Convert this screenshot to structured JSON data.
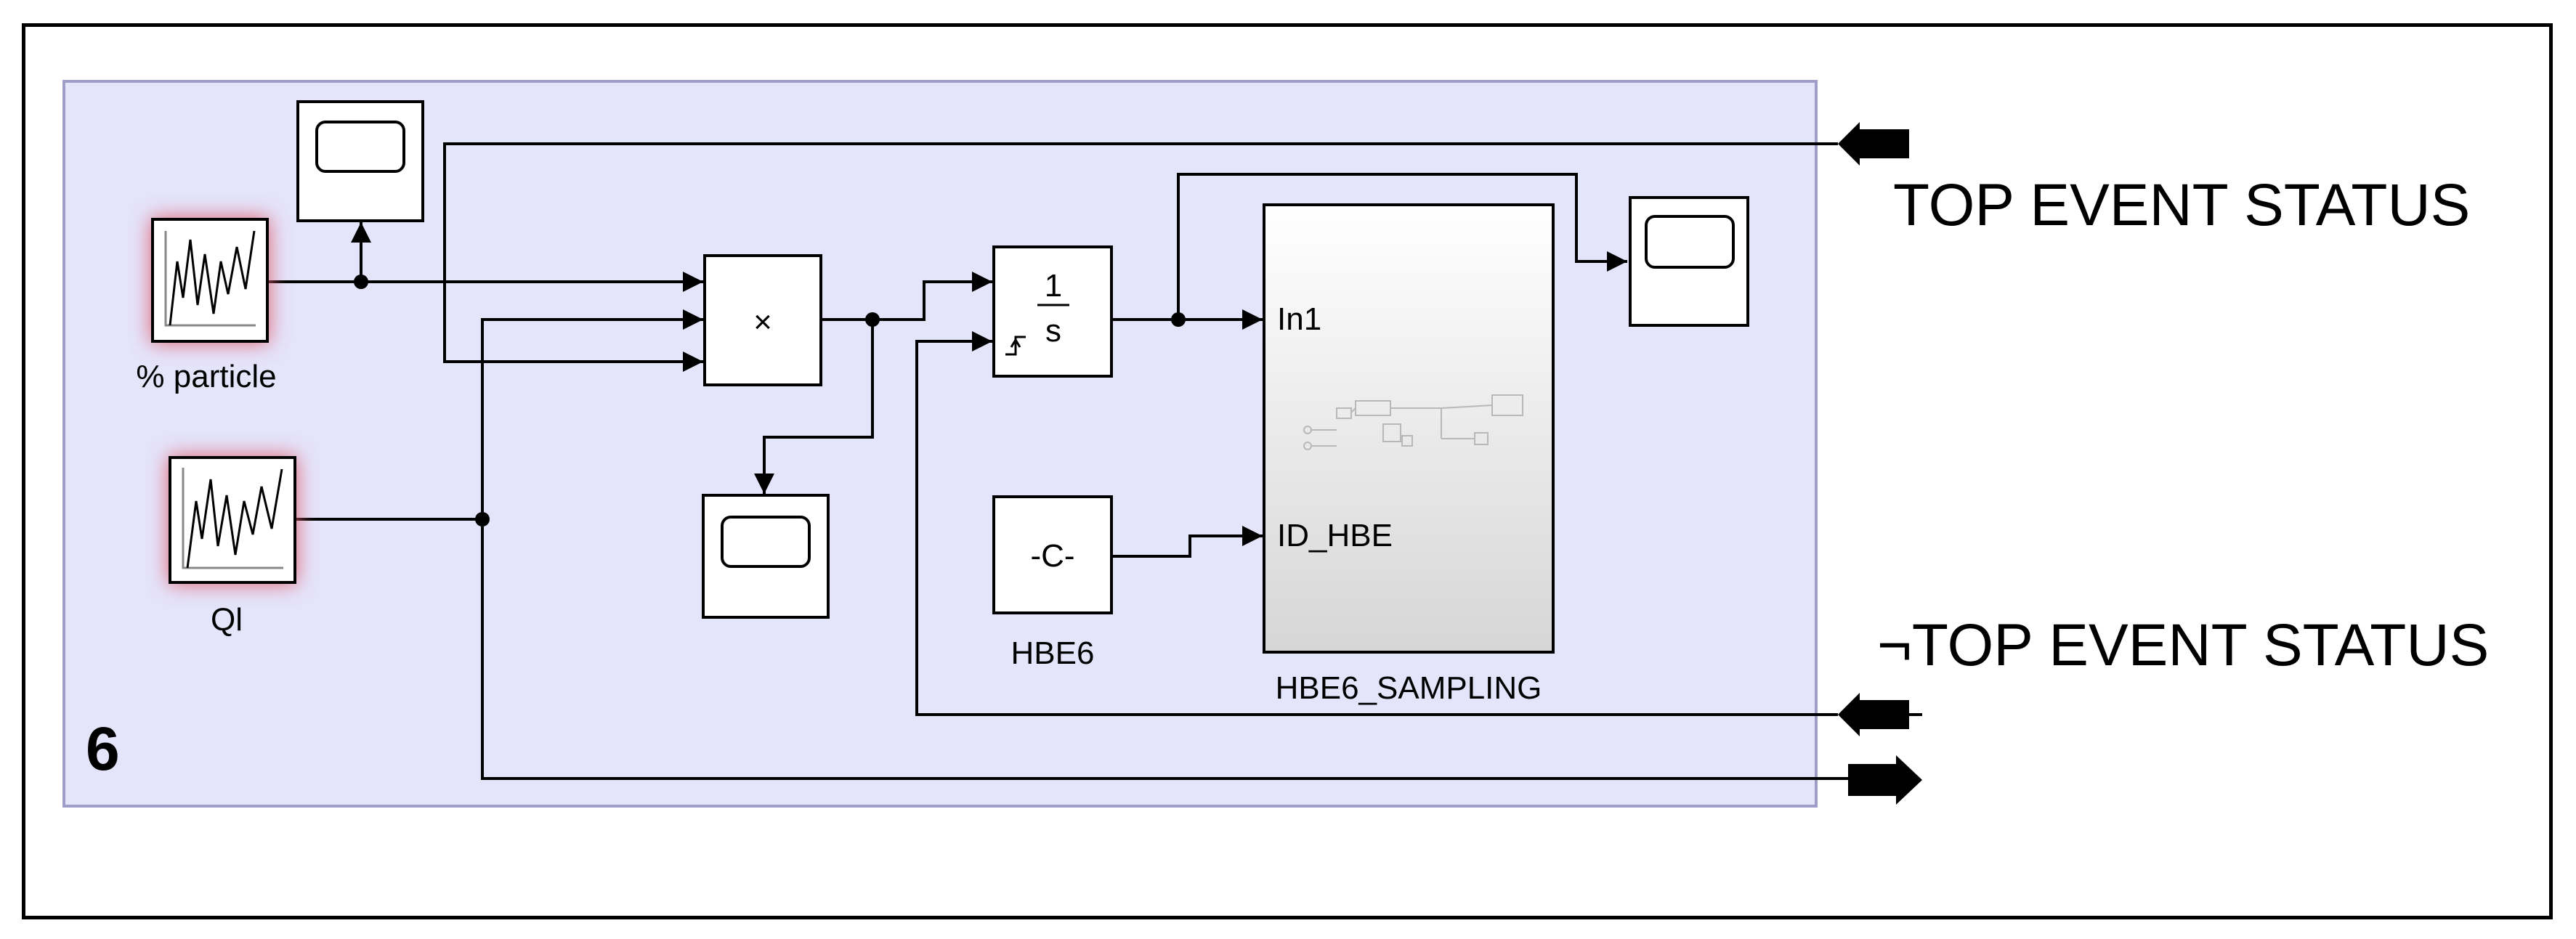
{
  "subsystem": {
    "number_label": "6",
    "background_color": "#e4e4fb",
    "border_color": "#9e9ec8"
  },
  "blocks": {
    "particle_source": {
      "label": "% particle",
      "icon": "signal-waveform-icon"
    },
    "ql_source": {
      "label": "Ql",
      "icon": "signal-waveform-icon"
    },
    "product": {
      "symbol": "×"
    },
    "integrator": {
      "numerator": "1",
      "denominator": "s",
      "reset_icon": "rising-edge-icon"
    },
    "constant": {
      "value": "-C-",
      "label": "HBE6"
    },
    "sampling_subsystem": {
      "label": "HBE6_SAMPLING",
      "port_in1": "In1",
      "port_id": "ID_HBE"
    },
    "scopes": [
      "scope-icon",
      "scope-icon",
      "scope-icon"
    ]
  },
  "ports": {
    "top_event_status": "TOP EVENT STATUS",
    "not_top_event_status": "¬TOP EVENT STATUS"
  },
  "colors": {
    "source_glow": "#e06070",
    "wire": "#000000",
    "sampling_fill_top": "#ffffff",
    "sampling_fill_bottom": "#d8d8d8"
  }
}
